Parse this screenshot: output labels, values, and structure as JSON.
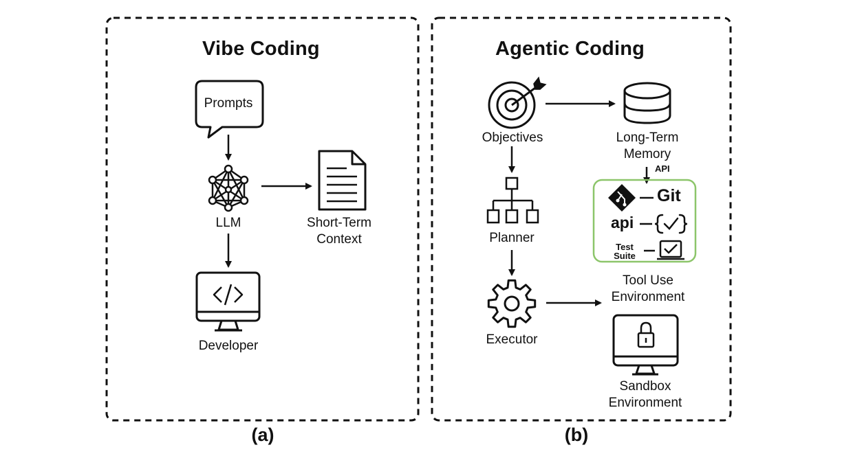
{
  "panel_a": {
    "title": "Vibe Coding",
    "caption": "(a)",
    "prompts_label": "Prompts",
    "llm_label": "LLM",
    "context_label_line1": "Short-Term",
    "context_label_line2": "Context",
    "developer_label": "Developer"
  },
  "panel_b": {
    "title": "Agentic Coding",
    "caption": "(b)",
    "objectives_label": "Objectives",
    "memory_label_line1": "Long-Term",
    "memory_label_line2": "Memory",
    "api_arrow_label": "API",
    "planner_label": "Planner",
    "executor_label": "Executor",
    "tools": {
      "git_label": "Git",
      "api_label": "api",
      "test_label_line1": "Test",
      "test_label_line2": "Suite"
    },
    "tool_env_line1": "Tool Use",
    "tool_env_line2": "Environment",
    "sandbox_line1": "Sandbox",
    "sandbox_line2": "Environment"
  },
  "colors": {
    "stroke": "#111111",
    "tool_box_border": "#8cc56a"
  }
}
